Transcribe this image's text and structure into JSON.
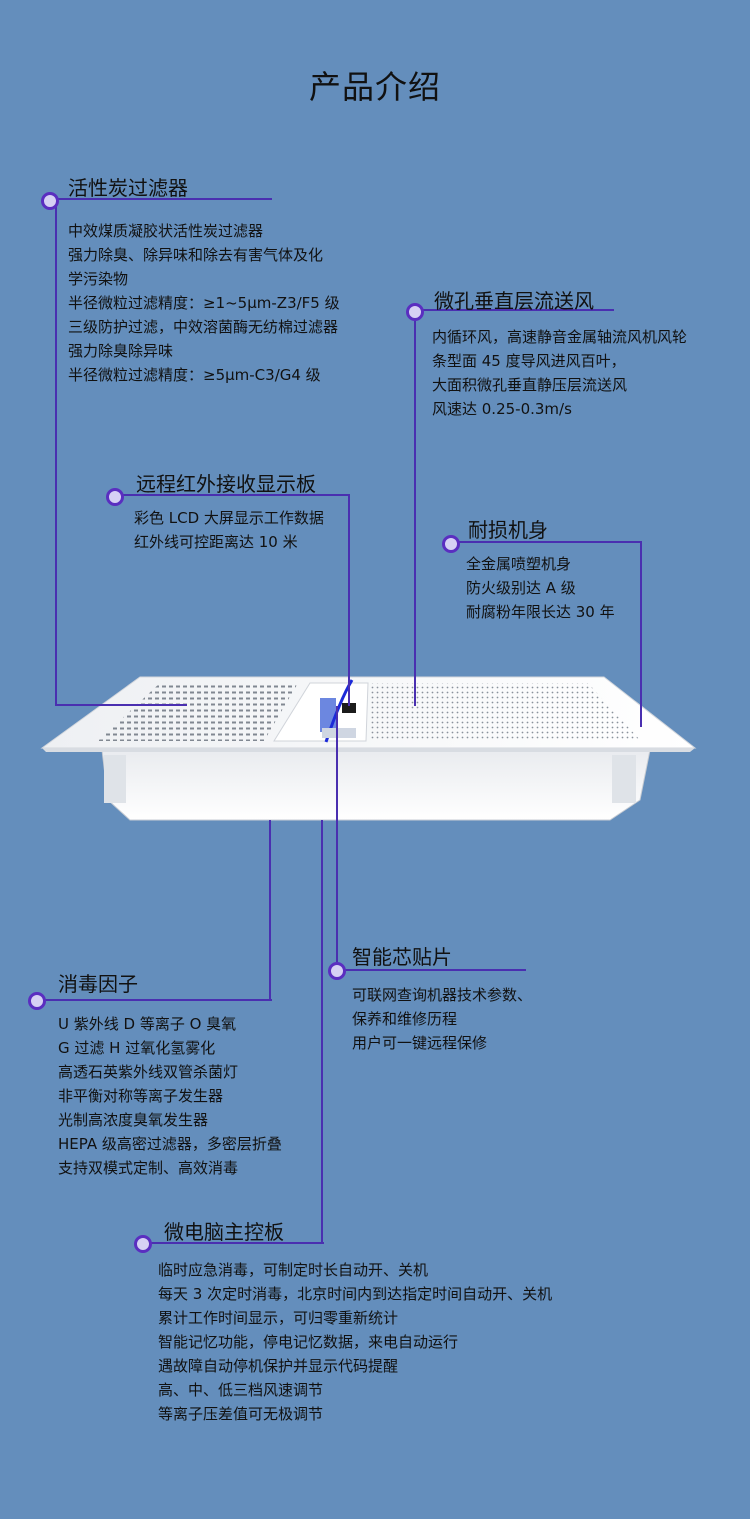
{
  "page_title": "产品介绍",
  "sections": {
    "carbon_filter": {
      "title": "活性炭过滤器",
      "lines": [
        "中效煤质凝胶状活性炭过滤器",
        "强力除臭、除异味和除去有害气体及化",
        "学污染物",
        "半径微粒过滤精度：≥1~5μm-Z3/F5 级",
        "三级防护过滤，中效溶菌酶无纺棉过滤器",
        "强力除臭除异味",
        "半径微粒过滤精度：≥5μm-C3/G4 级"
      ]
    },
    "laminar_airflow": {
      "title": "微孔垂直层流送风",
      "lines": [
        "内循环风，高速静音金属轴流风机风轮",
        "条型面 45 度导风进风百叶，",
        "大面积微孔垂直静压层流送风",
        "风速达 0.25-0.3m/s"
      ]
    },
    "ir_display": {
      "title": "远程红外接收显示板",
      "lines": [
        "彩色 LCD 大屏显示工作数据",
        "红外线可控距离达 10 米"
      ]
    },
    "durable_body": {
      "title": "耐损机身",
      "lines": [
        "全金属喷塑机身",
        "防火级别达 A 级",
        "耐腐粉年限长达 30 年"
      ]
    },
    "smart_chip": {
      "title": "智能芯贴片",
      "lines": [
        "可联网查询机器技术参数、",
        "保养和维修历程",
        "用户可一键远程保修"
      ]
    },
    "disinfection": {
      "title": "消毒因子",
      "lines": [
        "U 紫外线 D 等离子 O 臭氧",
        "G 过滤 H 过氧化氢雾化",
        "高透石英紫外线双管杀菌灯",
        "非平衡对称等离子发生器",
        "光制高浓度臭氧发生器",
        "HEPA 级高密过滤器，多密层折叠",
        "支持双模式定制、高效消毒"
      ]
    },
    "control_board": {
      "title": "微电脑主控板",
      "lines": [
        "临时应急消毒，可制定时长自动开、关机",
        "每天 3 次定时消毒，北京时间内到达指定时间自动开、关机",
        "累计工作时间显示，可归零重新统计",
        "智能记忆功能，停电记忆数据，来电自动运行",
        "遇故障自动停机保护并显示代码提醒",
        "高、中、低三档风速调节",
        "等离子压差值可无极调节"
      ]
    }
  },
  "colors": {
    "background": "#648ebc",
    "callout_line": "#4a2fb0",
    "dot_fill": "#d6d0f4",
    "device_body": "#f4f5f7"
  }
}
